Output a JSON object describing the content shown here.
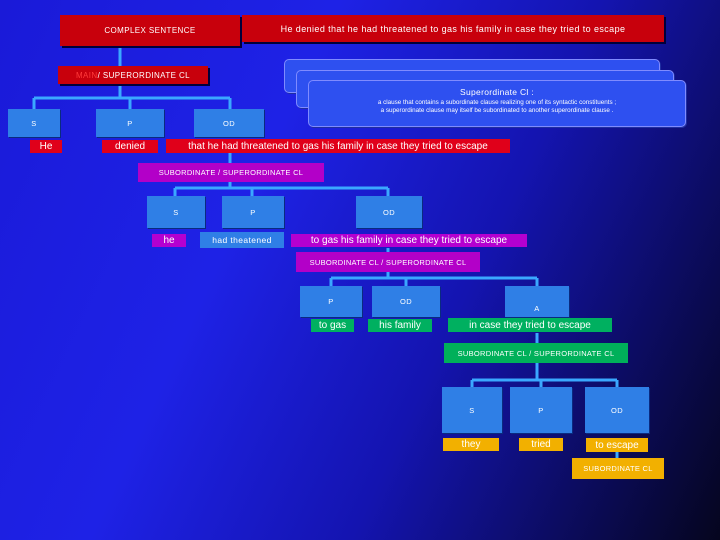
{
  "header": {
    "title": "COMPLEX SENTENCE",
    "sentence": "He denied that he had threatened to gas his family in case they tried to escape"
  },
  "main_clause": {
    "label_prefix": "MAIN",
    "label_rest": " / SUPERORDINATE CL"
  },
  "tooltip": {
    "title": "Superordinate Cl :",
    "line1": "a clause that contains a subordinate clause realizing one of its syntactic constituents ;",
    "line2": "a superordinate clause may itself be subordinated to another superordinate clause ."
  },
  "level1": {
    "nodes": [
      "S",
      "P",
      "OD"
    ],
    "fillers": [
      "He",
      "denied",
      "that he had threatened to gas his family in case they tried to escape"
    ],
    "clause_label": "SUBORDINATE / SUPERORDINATE CL"
  },
  "level2": {
    "nodes": [
      "S",
      "P",
      "OD"
    ],
    "fillers": [
      "he",
      "had theatened",
      "to gas his family in case they tried to escape"
    ],
    "clause_label": "SUBORDINATE CL / SUPERORDINATE CL"
  },
  "level3": {
    "nodes": [
      "P",
      "OD",
      "A"
    ],
    "fillers": [
      "to gas",
      "his family",
      "in case they tried to escape"
    ],
    "clause_label": "SUBORDINATE CL / SUPERORDINATE CL"
  },
  "level4": {
    "nodes": [
      "S",
      "P",
      "OD"
    ],
    "fillers": [
      "they",
      "tried",
      "to escape"
    ],
    "clause_label": "SUBORDINATE CL"
  },
  "colors": {
    "background": "#1a1ad8",
    "red": "#c8000c",
    "node_blue": "#2f7fe6",
    "connector": "#3aa8ff",
    "purple": "#b300c8",
    "green": "#00b05a",
    "amber": "#f2b000"
  }
}
